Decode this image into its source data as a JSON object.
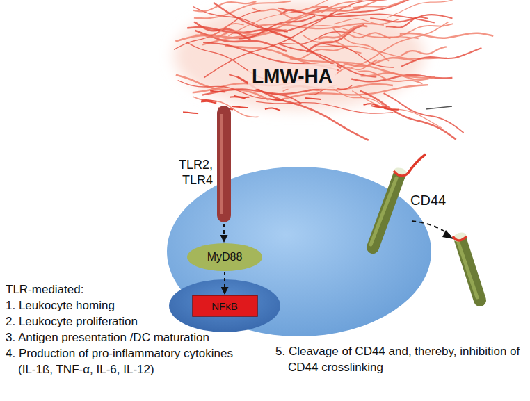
{
  "diagram": {
    "nodes": [
      {
        "text": [
          "LMW-HA"
        ]
      },
      {
        "text": [
          "MyD88"
        ]
      },
      {
        "text": [
          "NFκB"
        ]
      }
    ],
    "edges": [
      {
        "from": 0,
        "to": 1,
        "arrow": "to"
      },
      {
        "from": 1,
        "to": 2,
        "arrow": "to"
      }
    ],
    "labels": [
      "TLR2, TLR4",
      "CD44",
      "TLR-mediated:",
      "1. Leukocyte homing",
      "2. Leukocyte proliferation",
      "3. Antigen presentation /DC maturation",
      "4. Production of pro-inflammatory cytokines (IL-1ß, TNF-α, IL-6, IL-12)",
      "5. Cleavage of CD44 and, thereby, inhibition of CD44 crosslinking"
    ]
  }
}
